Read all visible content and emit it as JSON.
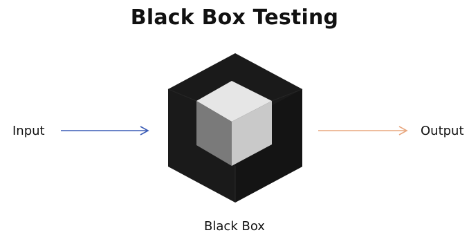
{
  "title": "Black Box Testing",
  "input_label": "Input",
  "output_label": "Output",
  "box_label": "Black Box",
  "colors": {
    "input_arrow": "#3a5bb5",
    "output_arrow": "#e8a77f",
    "outer_box": "#1a1a1a",
    "outer_box_dark": "#0f0f0f",
    "inner_top": "#e6e6e6",
    "inner_right": "#c9c9c9",
    "inner_left": "#7a7a7a"
  },
  "icons": [
    "arrow-right-icon",
    "arrow-right-icon",
    "black-box-cube-icon"
  ]
}
